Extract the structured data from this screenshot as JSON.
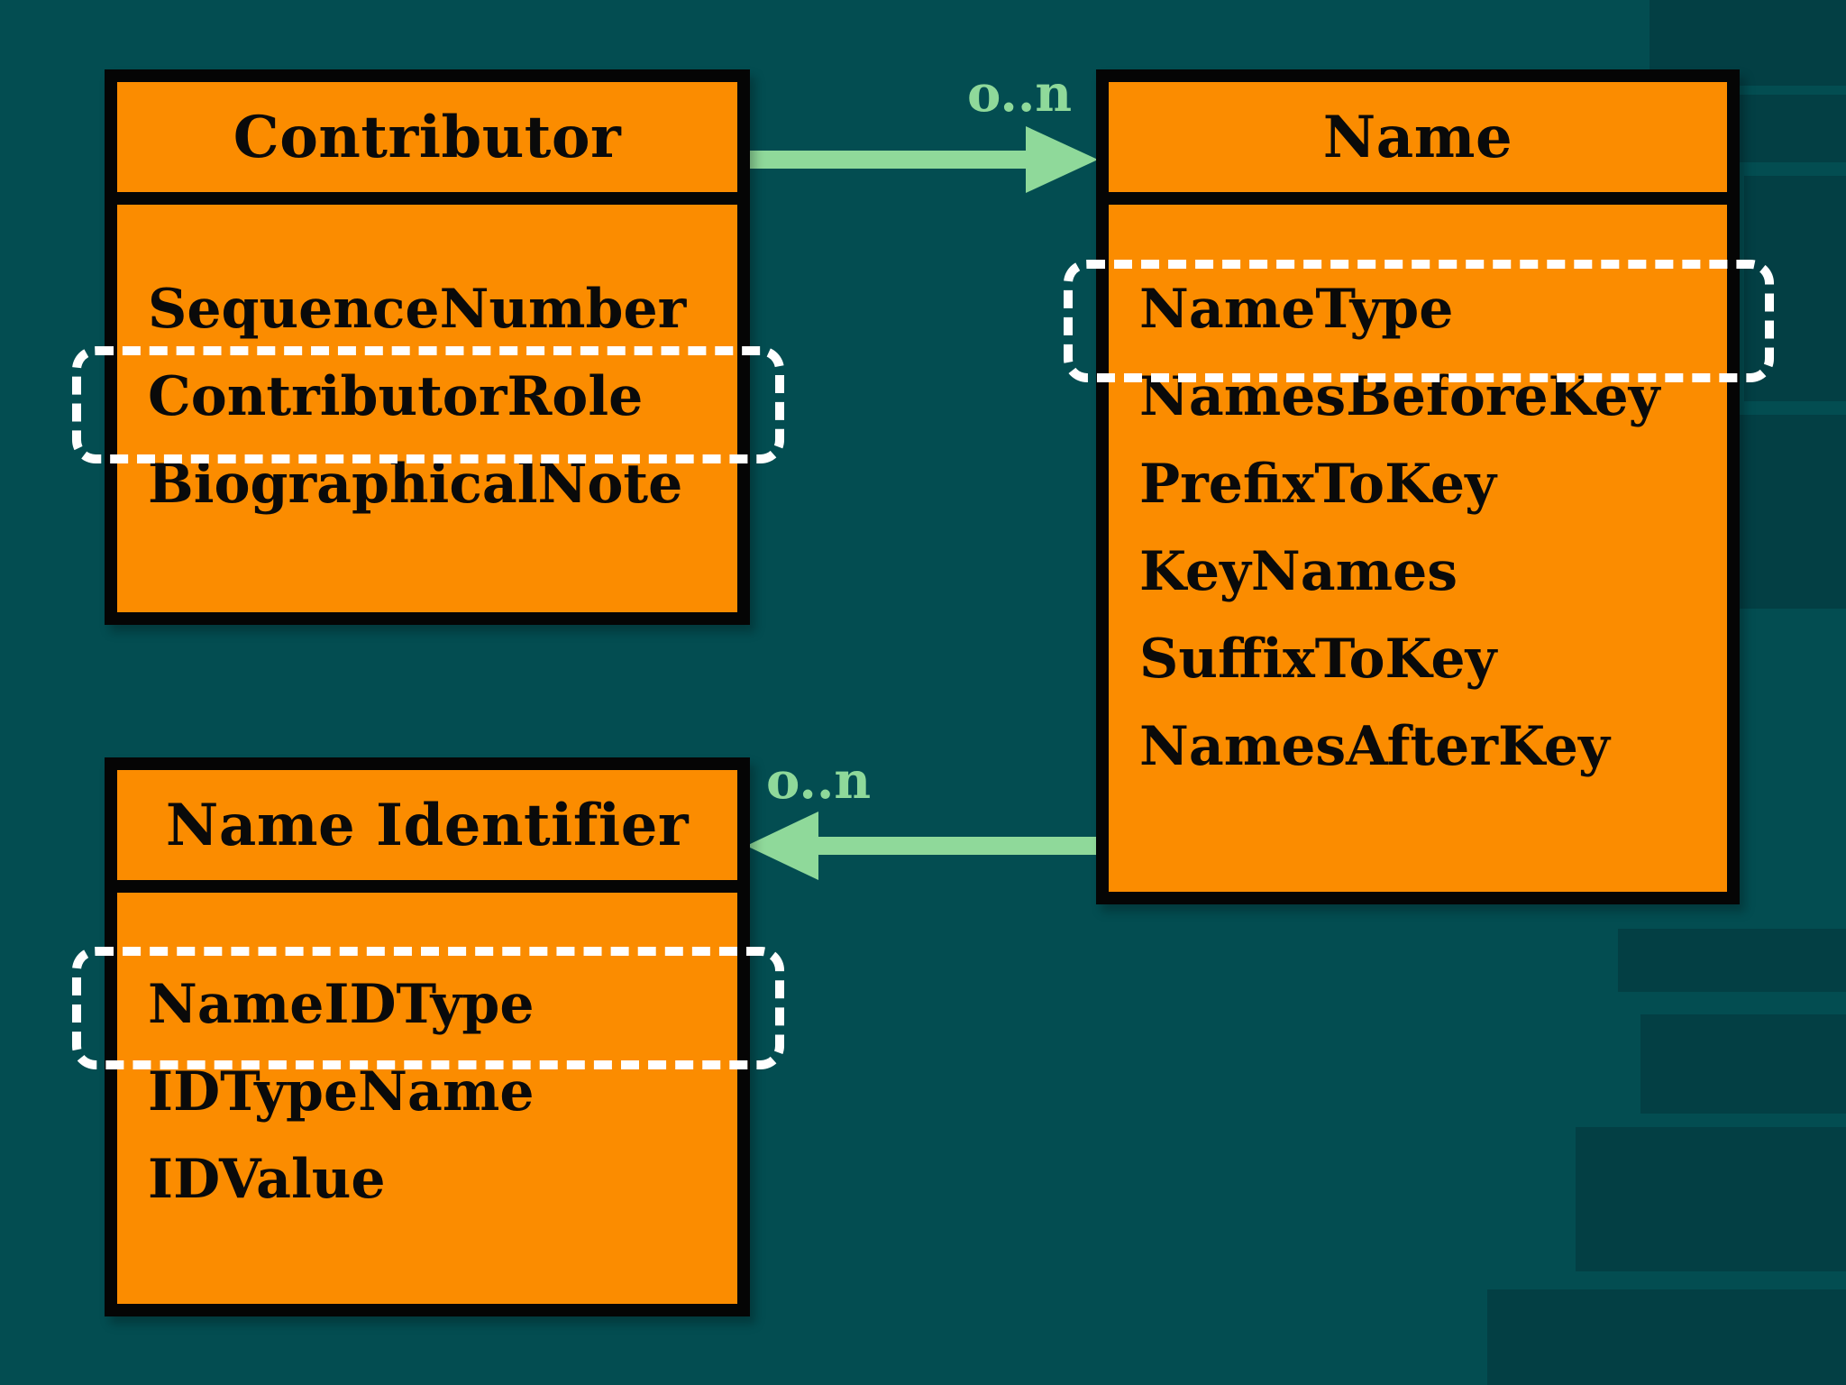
{
  "colors": {
    "background": "#034d51",
    "entity_fill": "#fb8c00",
    "entity_border": "#050505",
    "connector": "#8fd99a",
    "highlight": "#ffffff"
  },
  "entities": {
    "contributor": {
      "title": "Contributor",
      "attributes": [
        "SequenceNumber",
        "ContributorRole",
        "BiographicalNote"
      ],
      "highlighted": "ContributorRole"
    },
    "name": {
      "title": "Name",
      "attributes": [
        "NameType",
        "NamesBeforeKey",
        "PrefixToKey",
        "KeyNames",
        "SuffixToKey",
        "NamesAfterKey"
      ],
      "highlighted": "NameType"
    },
    "name_identifier": {
      "title": "Name Identifier",
      "attributes": [
        "NameIDType",
        "IDTypeName",
        "IDValue"
      ],
      "highlighted": "NameIDType"
    }
  },
  "relationships": [
    {
      "from": "Contributor",
      "to": "Name",
      "multiplicity": "o..n"
    },
    {
      "from": "Name",
      "to": "Name Identifier",
      "multiplicity": "o..n"
    }
  ]
}
